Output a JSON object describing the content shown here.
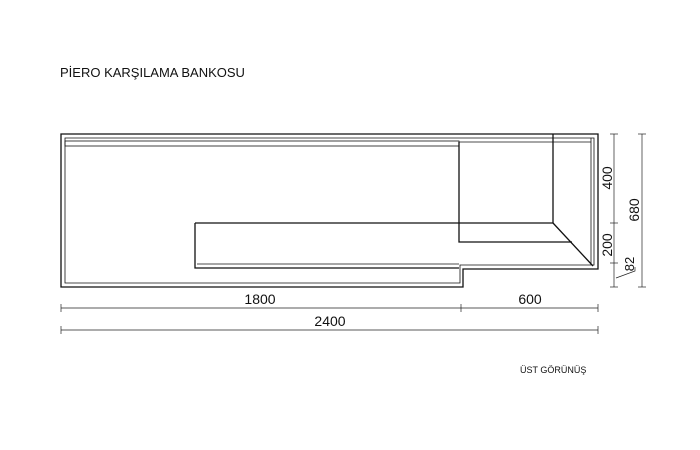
{
  "title": "PİERO KARŞILAMA BANKOSU",
  "view_label": "ÜST GÖRÜNÜŞ",
  "dimensions": {
    "left_width": "1800",
    "right_width": "600",
    "total_width": "2400",
    "back_depth": "400",
    "mid_depth": "200",
    "front_offset": "82",
    "total_depth": "680"
  }
}
